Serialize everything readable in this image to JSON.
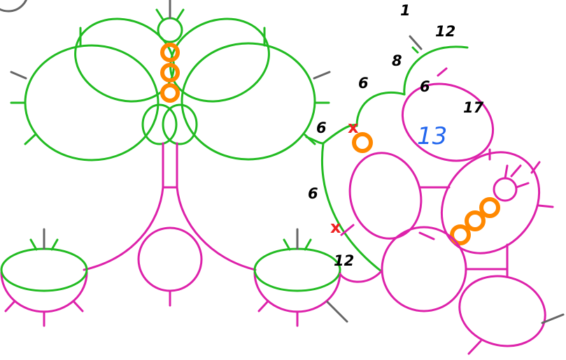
{
  "colors": {
    "green_thread": "#22bb22",
    "magenta_thread": "#dd22aa",
    "picot": "#666666",
    "ring_bead": "#ff8800",
    "join_mark": "#ee2222",
    "highlight_number": "#2266ee"
  },
  "labels": {
    "l1": "1",
    "l12_top": "12",
    "l8": "8",
    "l6_a": "6",
    "l6_b": "6",
    "l17": "17",
    "l13": "13",
    "l6_c": "6",
    "l6_d": "6",
    "l12_bottom": "12"
  },
  "marks": {
    "join_x": "x"
  }
}
